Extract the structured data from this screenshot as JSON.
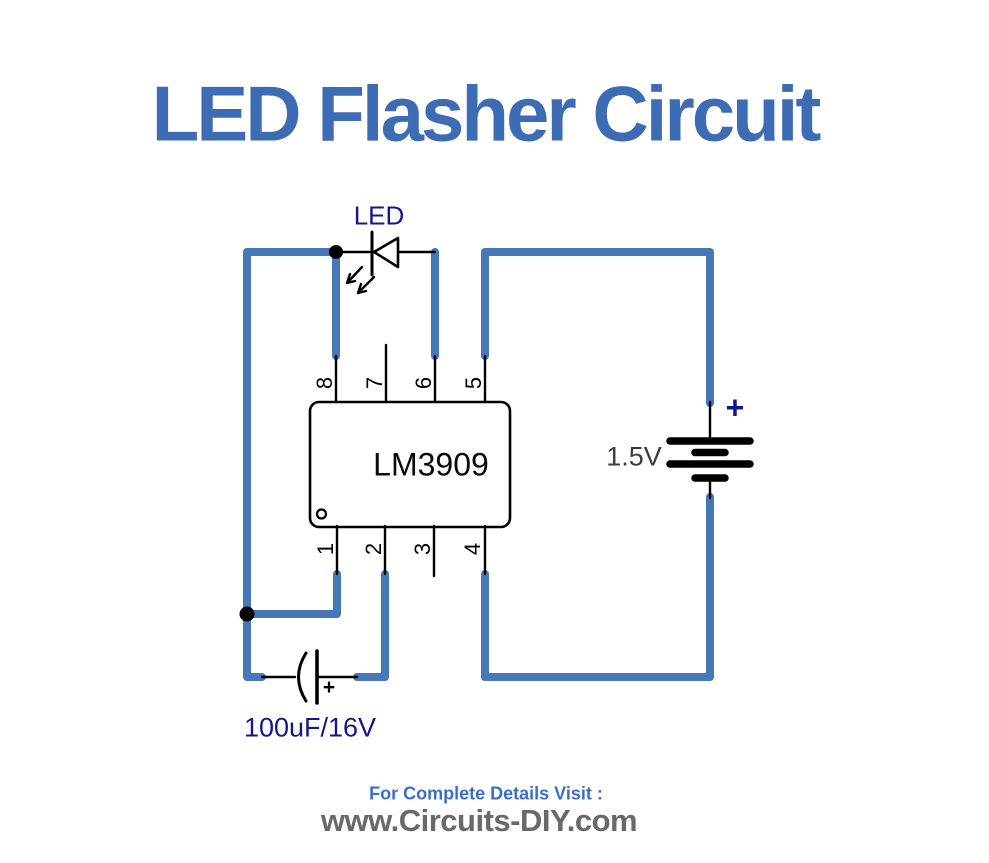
{
  "title": "LED Flasher Circuit",
  "colors": {
    "title_blue": "#3d6cb4",
    "wire_blue": "#4678b8",
    "component_black": "#000000",
    "label_navy": "#15158c",
    "value_gray": "#3c3c3c",
    "footer_link_blue": "#3a6fc4",
    "footer_domain_gray": "#696969"
  },
  "components": {
    "led": {
      "label": "LED"
    },
    "ic": {
      "name": "LM3909",
      "top_pins": [
        "8",
        "7",
        "6",
        "5"
      ],
      "bottom_pins": [
        "1",
        "2",
        "3",
        "4"
      ]
    },
    "battery": {
      "voltage": "1.5V",
      "polarity_label": "+"
    },
    "capacitor": {
      "value": "100uF/16V",
      "polarity_label": "+"
    }
  },
  "footer": {
    "line1": "For Complete Details Visit :",
    "line2": "www.Circuits-DIY.com"
  }
}
